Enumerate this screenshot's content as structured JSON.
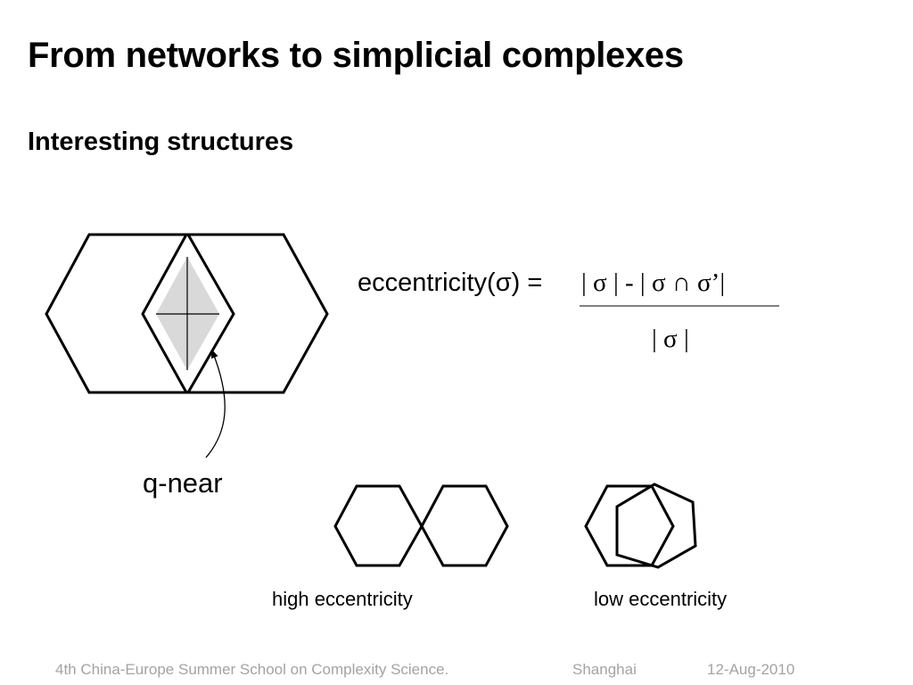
{
  "slide": {
    "title": "From networks to simplicial complexes",
    "subtitle": "Interesting structures"
  },
  "diagram": {
    "q_near_label": "q-near",
    "formula": {
      "lhs": "eccentricity(σ) =",
      "numerator": "| σ | - | σ ∩ σ’|",
      "denominator": "| σ |"
    },
    "high_label": "high eccentricity",
    "low_label": "low eccentricity"
  },
  "colors": {
    "stroke": "#000000",
    "shaded_overlap": "#d9d9d9",
    "footer_text": "#a3a3a3"
  },
  "footer": {
    "school": "4th China-Europe Summer School on Complexity Science.",
    "city": "Shanghai",
    "date": "12-Aug-2010"
  }
}
